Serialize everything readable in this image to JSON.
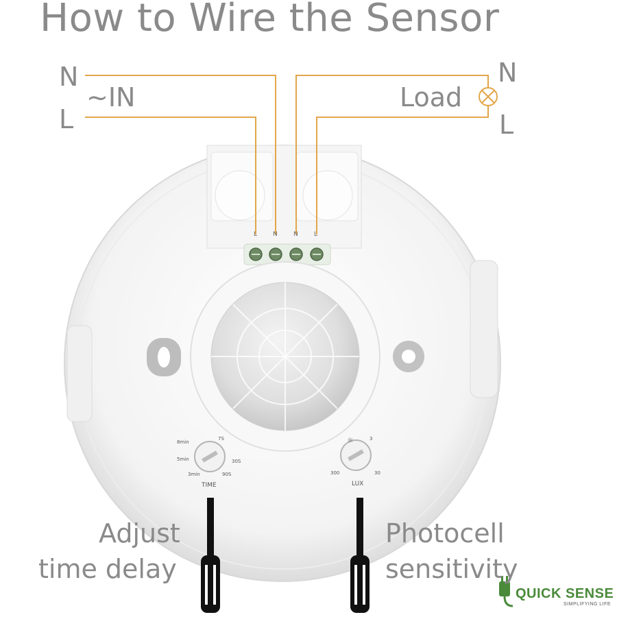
{
  "title": "How to Wire the Sensor",
  "input": {
    "n_label": "N",
    "l_label": "L",
    "in_label": "~IN"
  },
  "load": {
    "n_label": "N",
    "l_label": "L",
    "load_label": "Load"
  },
  "terminals": [
    "L",
    "N",
    "N",
    "L"
  ],
  "time_dial": {
    "label": "TIME",
    "marks": [
      "8min",
      "7S",
      "5min",
      "30S",
      "3min",
      "90S"
    ]
  },
  "lux_dial": {
    "label": "LUX",
    "marks": [
      "3",
      "300",
      "30"
    ]
  },
  "captions": {
    "left": [
      "Adjust",
      "time delay"
    ],
    "right": [
      "Photocell",
      "sensitivity"
    ]
  },
  "logo": {
    "name": "QUICK SENSE",
    "tagline": "SIMPLIFYING LIFE"
  },
  "colors": {
    "wire": "#e2a64a",
    "text": "#8a8a8a",
    "logo": "#4a8a3a"
  }
}
